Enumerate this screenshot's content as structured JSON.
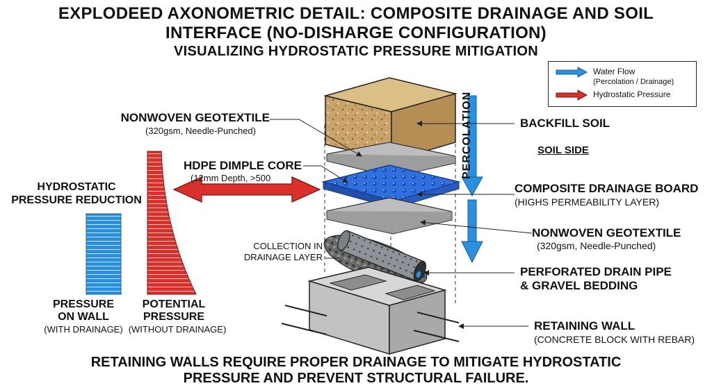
{
  "title": {
    "line1": "EXPLODEED AXONOMETRIC DETAIL: COMPOSITE DRAINAGE AND SOIL",
    "line2": "INTERFACE (NO-DISHARGE CONFIGURATION)",
    "line3": "VISUALIZING HYDROSTATIC PRESSURE MITIGATION"
  },
  "legend": {
    "water_flow": "Water Flow",
    "water_flow_sub": "(Percolation / Drainage)",
    "hydrostatic": "Hydrostatic Pressure",
    "colors": {
      "water": "#2b8fe0",
      "pressure": "#d9302b"
    }
  },
  "left_labels": {
    "geotextile_top_title": "NONWOVEN GEOTEXTILE",
    "geotextile_top_sub": "(320gsm, Needle-Punched)",
    "dimple_title": "HDPE DIMPLE CORE",
    "dimple_sub": "(12mm Depth, >500",
    "collection": "COLLECTION IN",
    "collection2": "DRAINAGE LAYER"
  },
  "pressure_chart": {
    "title1": "HYDROSTATIC",
    "title2": "PRESSURE REDUCTION",
    "bar_with": "PRESSURE",
    "bar_with2": "ON WALL",
    "bar_with_sub": "(WITH DRAINAGE)",
    "bar_without": "POTENTIAL",
    "bar_without2": "PRESSURE",
    "bar_without_sub": "(WITHOUT DRAINAGE)"
  },
  "right_labels": {
    "percolation": "PERCOLATION",
    "backfill": "BACKFILL SOIL",
    "soil_side": "SOIL SIDE",
    "board_title": "COMPOSITE DRAINAGE BOARD",
    "board_sub": "(HIGHS PERMEABILITY LAYER)",
    "geo2_title": "NONWOVEN GEOTEXTILE",
    "geo2_sub": "(320gsm, Needle-Punched)",
    "pipe_title": "PERFORATED DRAIN PIPE",
    "pipe_title2": "& GRAVEL BEDDING",
    "wall_title": "RETAINING WALL",
    "wall_sub": "(CONCRETE BLOCK WITH REBAR)"
  },
  "footer": {
    "line1": "RETAINING WALLS REQUIRE PROPER DRAINAGE TO MITIGATE HYDROSTATIC",
    "line2": "PRESSURE AND PREVENT STRUCTURAL FAILURE."
  }
}
